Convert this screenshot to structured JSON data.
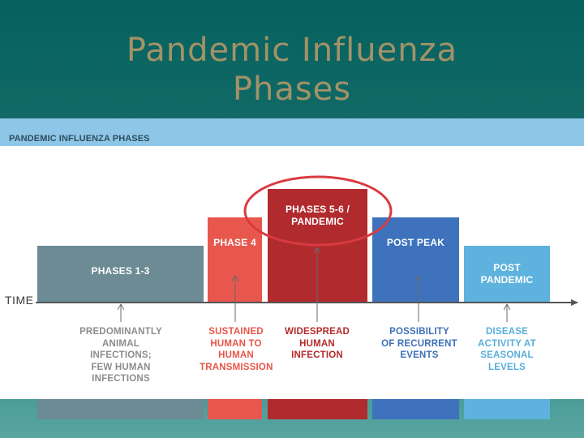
{
  "slide": {
    "title_line1": "Pandemic Influenza",
    "title_line2": "Phases"
  },
  "figure": {
    "header": "PANDEMIC INFLUENZA PHASES",
    "time_label": "TIME",
    "phases": [
      {
        "label": "PHASES 1-3",
        "color": "#6c8b94"
      },
      {
        "label": "PHASE 4",
        "color": "#e8574e"
      },
      {
        "label": "PHASES 5-6 /\nPANDEMIC",
        "color": "#b12b2e",
        "highlighted": true
      },
      {
        "label": "POST PEAK",
        "color": "#3e72bd"
      },
      {
        "label": "POST\nPANDEMIC",
        "color": "#5eb2dd"
      }
    ],
    "descriptions": [
      {
        "text": "PREDOMINANTLY\nANIMAL\nINFECTIONS;\nFEW HUMAN\nINFECTIONS",
        "color": "#8c8c8c"
      },
      {
        "text": "SUSTAINED\nHUMAN TO\nHUMAN\nTRANSMISSION",
        "color": "#e85548"
      },
      {
        "text": "WIDESPREAD\nHUMAN\nINFECTION",
        "color": "#b52a2a"
      },
      {
        "text": "POSSIBILITY\nOF RECURRENT\nEVENTS",
        "color": "#3d6fb6"
      },
      {
        "text": "DISEASE\nACTIVITY AT\nSEASONAL\nLEVELS",
        "color": "#58aedc"
      }
    ],
    "highlight_color": "#d93a3f"
  }
}
